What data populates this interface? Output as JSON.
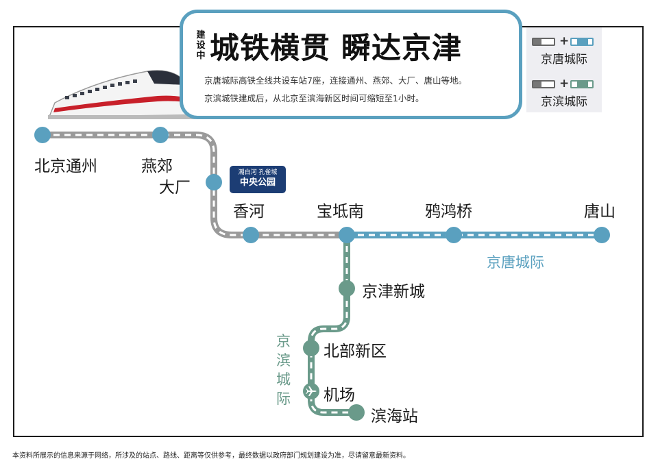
{
  "header": {
    "build_tag": "建设中",
    "title": "城铁横贯 瞬达京津",
    "desc_1": "京唐城际高铁全线共设车站7座，连接通州、燕郊、大厂、唐山等地。",
    "desc_2": "京滨城铁建成后，从北京至滨海新区时间可缩短至1小时。"
  },
  "legend": {
    "item_1": "京唐城际",
    "item_2": "京滨城际",
    "plus": "+"
  },
  "colors": {
    "jingtang_line": "#5aa0bf",
    "jingbin_line": "#6a9a8a",
    "shared_line": "#9a9a9a",
    "badge": "#1c3d74"
  },
  "stations": {
    "beijing_tongzhou": "北京通州",
    "yanjiao": "燕郊",
    "dachang": "大厂",
    "xianghe": "香河",
    "baodinan": "宝坻南",
    "yahongqiao": "鸦鸿桥",
    "tangshan": "唐山",
    "jingjin_xincheng": "京津新城",
    "beibu_xinqu": "北部新区",
    "jichang": "机场",
    "binhai": "滨海站"
  },
  "lines": {
    "jingtang": "京唐城际",
    "jingbin": "京滨城际"
  },
  "badge": {
    "line1": "潮白河 孔雀城",
    "line2": "中央公园"
  },
  "footnote": "本资料所展示的信息来源于网络，所涉及的站点、路线、距离等仅供参考，最终数据以政府部门规划建设为准，尽请留意最新资料。"
}
